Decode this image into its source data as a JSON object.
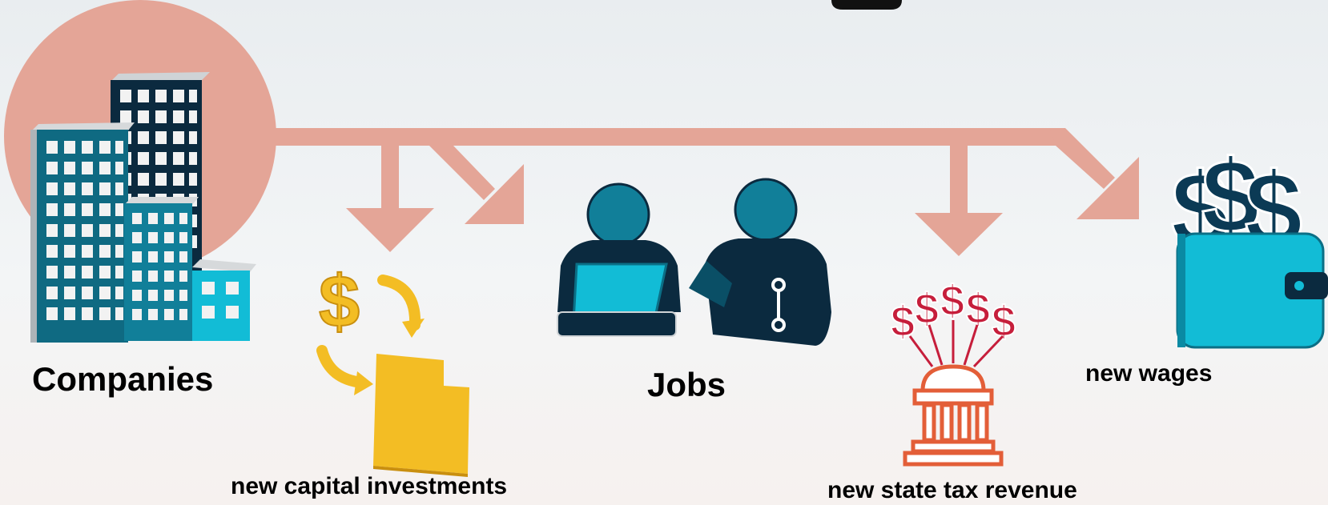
{
  "diagram": {
    "nodes": [
      {
        "id": "companies",
        "label": "Companies",
        "icon": "office-buildings-icon"
      },
      {
        "id": "capital",
        "label": "new capital investments",
        "icon": "utah-money-icon"
      },
      {
        "id": "jobs",
        "label": "Jobs",
        "icon": "workers-icon"
      },
      {
        "id": "tax",
        "label": "new state tax revenue",
        "icon": "capitol-building-icon"
      },
      {
        "id": "wages",
        "label": "new wages",
        "icon": "wallet-money-icon"
      }
    ],
    "colors": {
      "arrow": "#e4a597",
      "circle": "#e4a597",
      "navy": "#0b2a3f",
      "teal": "#117f99",
      "cyan": "#12bcd6",
      "gold": "#f3bd24",
      "red": "#c61e3b",
      "orange": "#e35e38"
    }
  }
}
